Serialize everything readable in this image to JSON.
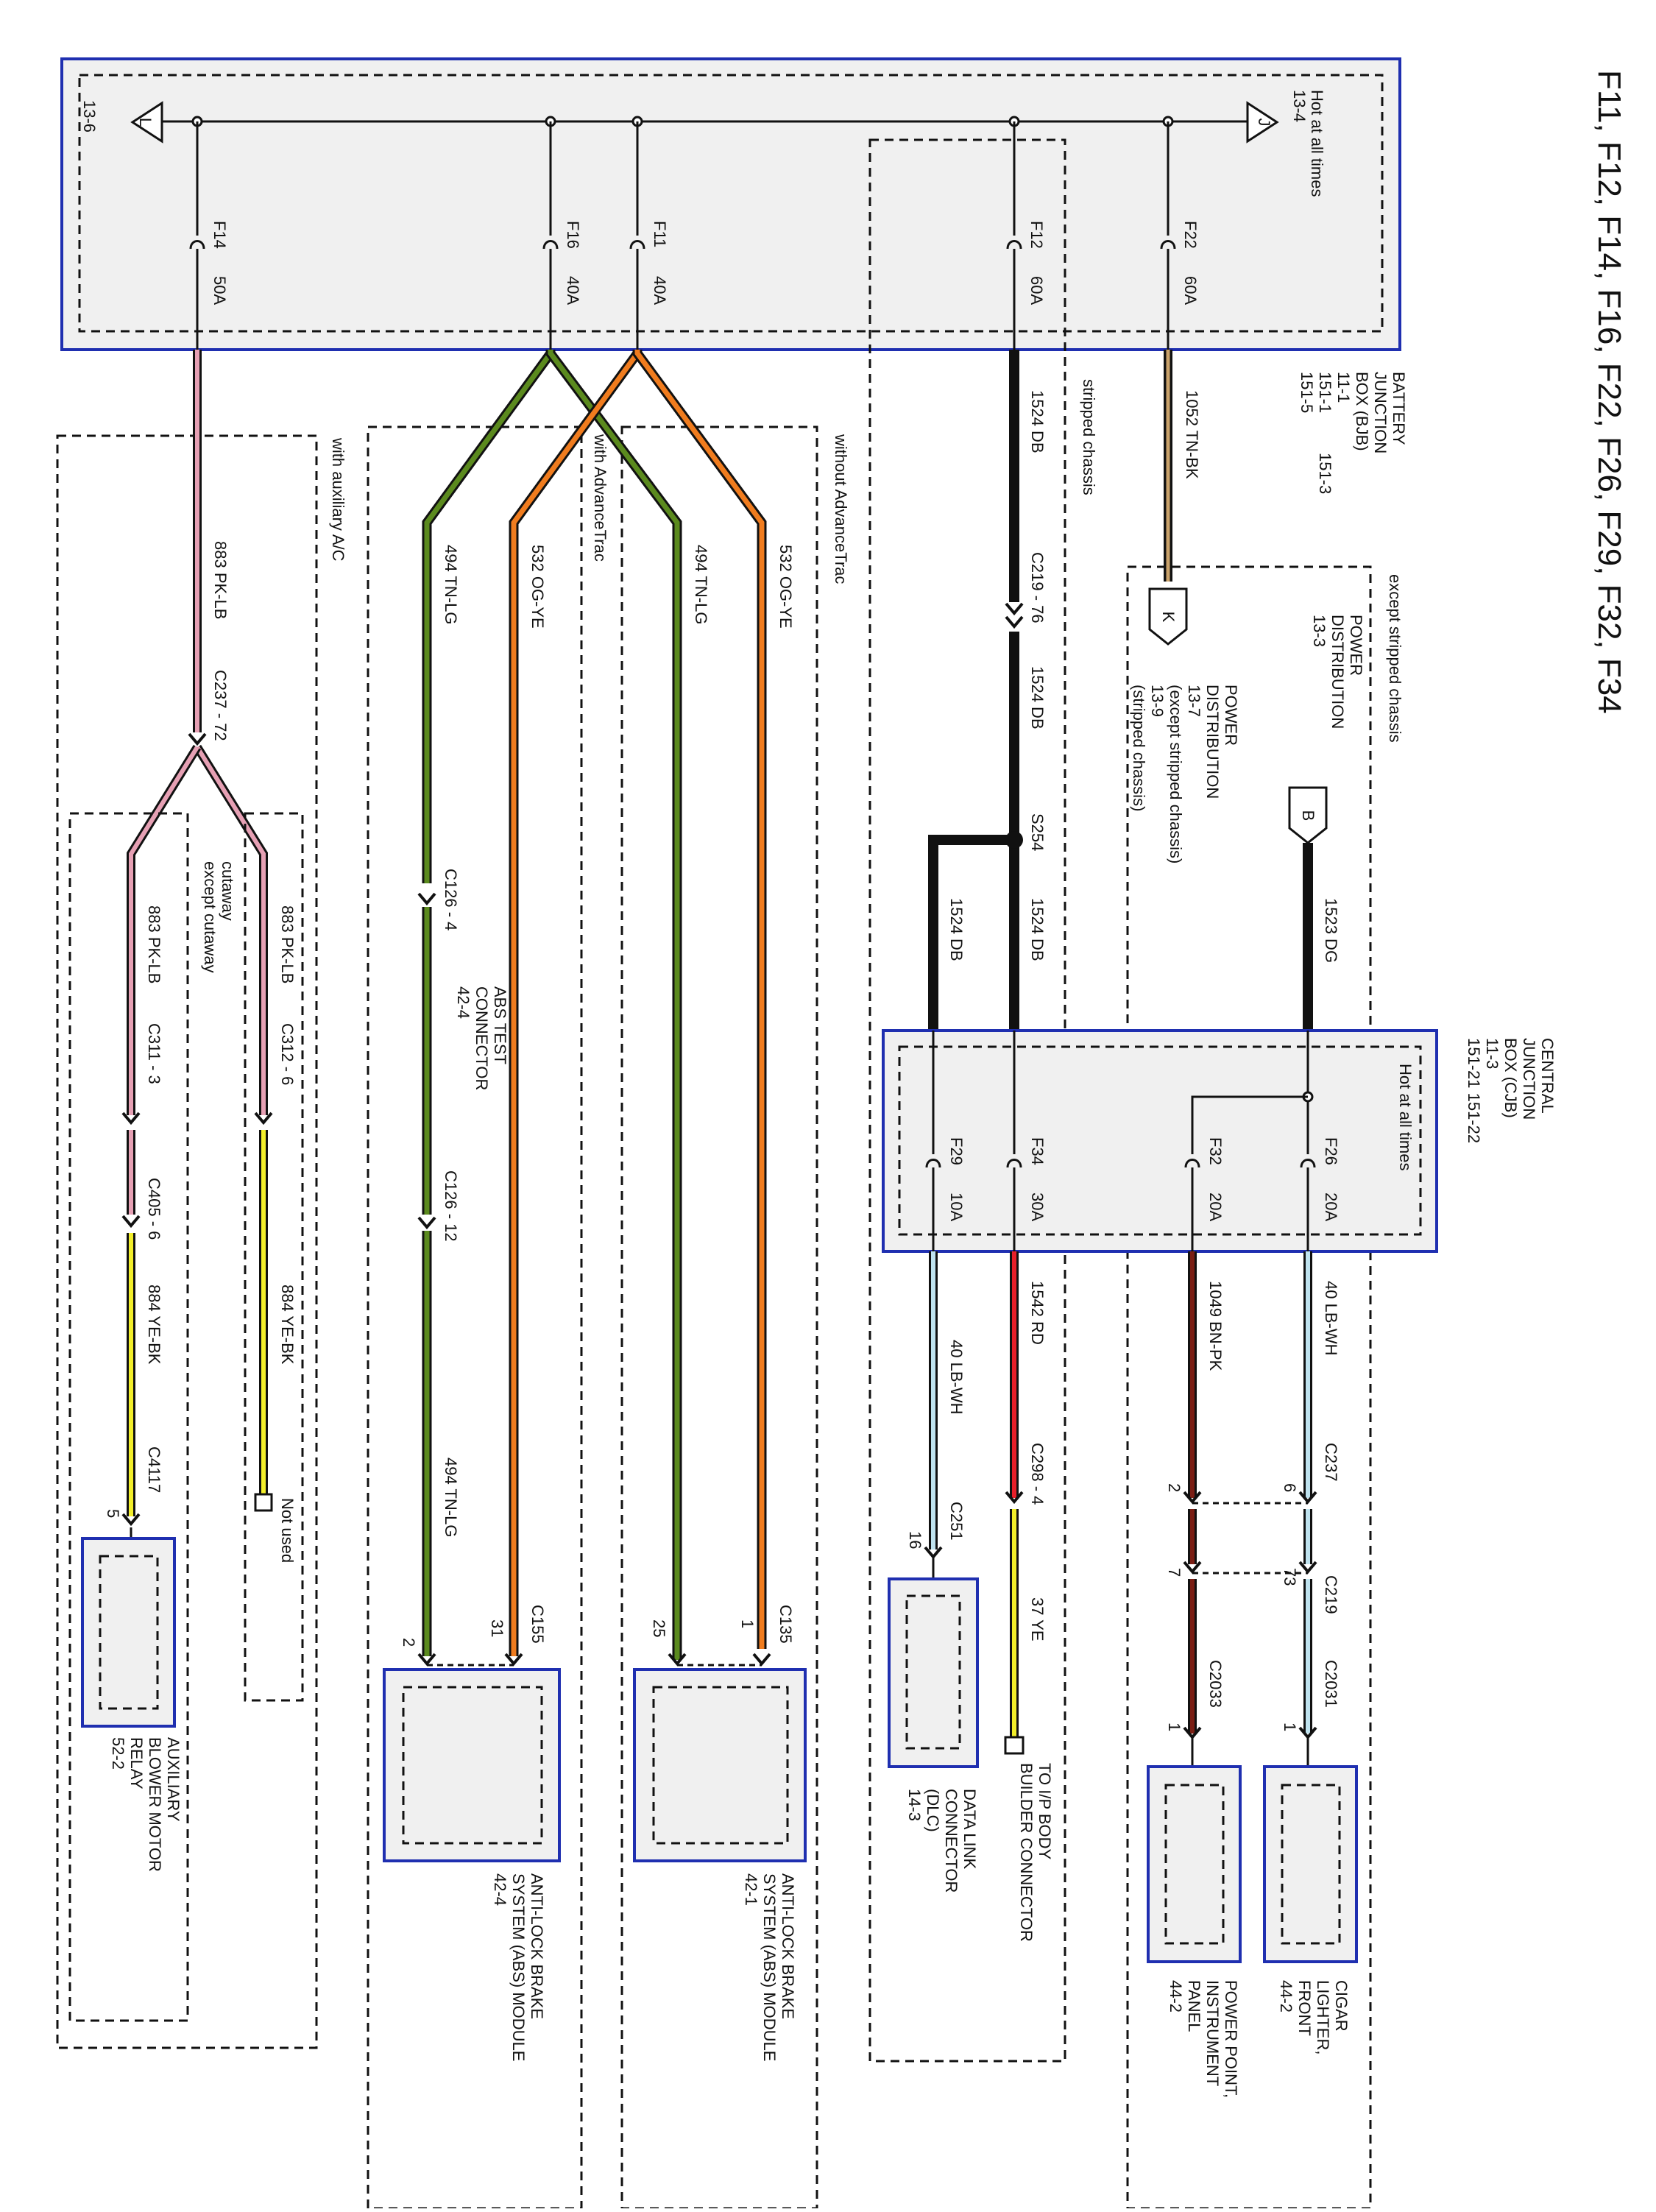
{
  "title": "F11, F12, F14, F16, F22, F26, F29, F32, F34",
  "bjb": {
    "hot_label": "Hot at all times",
    "lines": [
      "BATTERY",
      "JUNCTION",
      "BOX (BJB)",
      "11-1",
      "151-1",
      "151-5"
    ],
    "page_ref_right": "151-3",
    "conn_j": "J",
    "conn_j_ref": "13-4",
    "conn_l": "L",
    "conn_l_ref": "13-6",
    "fuses": [
      {
        "name": "F14",
        "rating": "50A"
      },
      {
        "name": "F16",
        "rating": "40A"
      },
      {
        "name": "F11",
        "rating": "40A"
      },
      {
        "name": "F12",
        "rating": "60A"
      },
      {
        "name": "F22",
        "rating": "60A"
      }
    ]
  },
  "power_dist": {
    "k_lines": [
      "POWER",
      "DISTRIBUTION",
      "13-7",
      "(except stripped chassis)",
      "13-9",
      "(stripped chassis)"
    ],
    "k_letter": "K",
    "b_lines": [
      "POWER",
      "DISTRIBUTION",
      "13-3"
    ],
    "b_letter": "B"
  },
  "cjb": {
    "lines": [
      "CENTRAL",
      "JUNCTION",
      "BOX (CJB)",
      "11-3",
      "151-21  151-22"
    ],
    "hot_label": "Hot at all times",
    "fuses": [
      {
        "name": "F29",
        "rating": "10A"
      },
      {
        "name": "F34",
        "rating": "30A"
      },
      {
        "name": "F32",
        "rating": "20A"
      },
      {
        "name": "F26",
        "rating": "20A"
      }
    ]
  },
  "options": {
    "stripped": "stripped chassis",
    "except_stripped": "except stripped chassis",
    "without_advancetrac": "without AdvanceTrac",
    "with_advancetrac": "with AdvanceTrac",
    "with_aux_ac": "with auxiliary A/C",
    "cutaway": "cutaway",
    "except_cutaway": "except cutaway"
  },
  "wires": {
    "w1052": "1052  TN-BK",
    "w1524": "1524  DB",
    "w1523": "1523  DG",
    "w494": "494  TN-LG",
    "w532": "532  OG-YE",
    "w883": "883  PK-LB",
    "w884": "884  YE-BK",
    "w40": "40  LB-WH",
    "w1542": "1542  RD",
    "w1049": "1049  BN-PK",
    "w37": "37  YE"
  },
  "connectors": {
    "c219_76": "C219 - 76",
    "s254": "S254",
    "c237_72": "C237 - 72",
    "c126_4": "C126 - 4",
    "c126_12": "C126 - 12",
    "c311_3": "C311 - 3",
    "c312_6": "C312 - 6",
    "c405_6": "C405 - 6",
    "c4117": "C4117",
    "c298_4": "C298 - 4",
    "c251": "C251",
    "c237": "C237",
    "c219": "C219",
    "c2033": "C2033",
    "c2031": "C2031",
    "c135": "C135",
    "c155": "C155"
  },
  "pins": {
    "c4117": "5",
    "c251": "16",
    "c237_a": "2",
    "c237_b": "6",
    "c219_a": "7",
    "c219_b": "73",
    "c2033": "1",
    "c2031": "1",
    "c135_a": "25",
    "c135_b": "1",
    "c155_a": "2",
    "c155_b": "31"
  },
  "abs_test": [
    "ABS TEST",
    "CONNECTOR",
    "42-4"
  ],
  "not_used": "Not used",
  "components": {
    "aux_blower": [
      "AUXILIARY",
      "BLOWER MOTOR",
      "RELAY",
      "52-2"
    ],
    "abs_42_4": [
      "ANTI-LOCK BRAKE",
      "SYSTEM (ABS) MODULE",
      "42-4"
    ],
    "abs_42_1": [
      "ANTI-LOCK BRAKE",
      "SYSTEM (ABS) MODULE",
      "42-1"
    ],
    "dlc": [
      "DATA LINK",
      "CONNECTOR",
      "(DLC)",
      "14-3"
    ],
    "ip_body": [
      "TO I/P BODY",
      "BUILDER CONNECTOR"
    ],
    "power_point": [
      "POWER POINT,",
      "INSTRUMENT",
      "PANEL",
      "44-2"
    ],
    "cigar": [
      "CIGAR",
      "LIGHTER,",
      "FRONT",
      "44-2"
    ]
  },
  "colors": {
    "frame": "#1f2fb0",
    "box_fill": "#f0f0f0",
    "tan": "#c9a26b",
    "green": "#5b8a1e",
    "orange": "#f07c1e",
    "pink": "#e6a0b4",
    "lightblue": "#bfe3ef",
    "red": "#e8202a",
    "yellow": "#f2ee2a",
    "brown": "#7a1e14",
    "black": "#111111"
  }
}
